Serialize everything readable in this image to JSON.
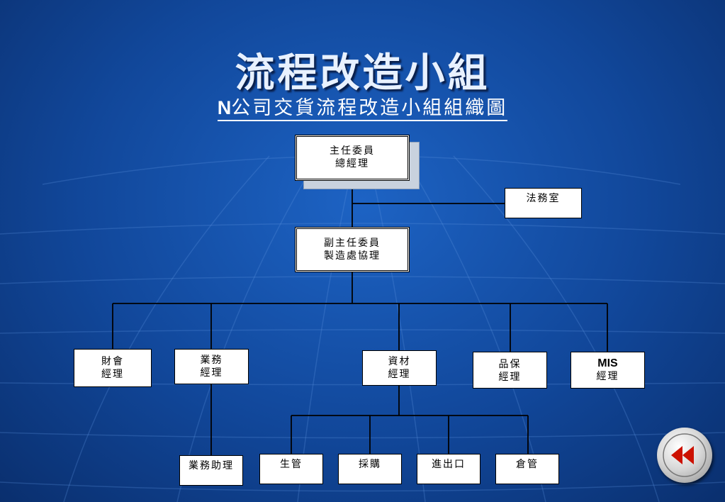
{
  "title": "流程改造小組",
  "subtitle": {
    "prefix": "N",
    "text": "公司交貨流程改造小組組織圖"
  },
  "nodes": {
    "chair": {
      "line1": "主任委員",
      "line2": "總經理"
    },
    "legal": {
      "line1": "法務室"
    },
    "vice_chair": {
      "line1": "副主任委員",
      "line2": "製造處協理"
    },
    "finance": {
      "line1": "財會",
      "line2": "經理"
    },
    "business": {
      "line1": "業務",
      "line2": "經理"
    },
    "materials": {
      "line1": "資材",
      "line2": "經理"
    },
    "quality": {
      "line1": "品保",
      "line2": "經理"
    },
    "mis": {
      "line1": "MIS",
      "line2": "經理"
    },
    "business_assistant": {
      "line1": "業務助理"
    },
    "production_control": {
      "line1": "生管"
    },
    "purchasing": {
      "line1": "採購"
    },
    "import_export": {
      "line1": "進出口"
    },
    "warehouse": {
      "line1": "倉管"
    }
  },
  "icons": {
    "nav_back": "double-left-arrow-icon"
  },
  "colors": {
    "background": "#11479a",
    "title": "#e8f1ff",
    "nav_arrow": "#cc1100"
  }
}
